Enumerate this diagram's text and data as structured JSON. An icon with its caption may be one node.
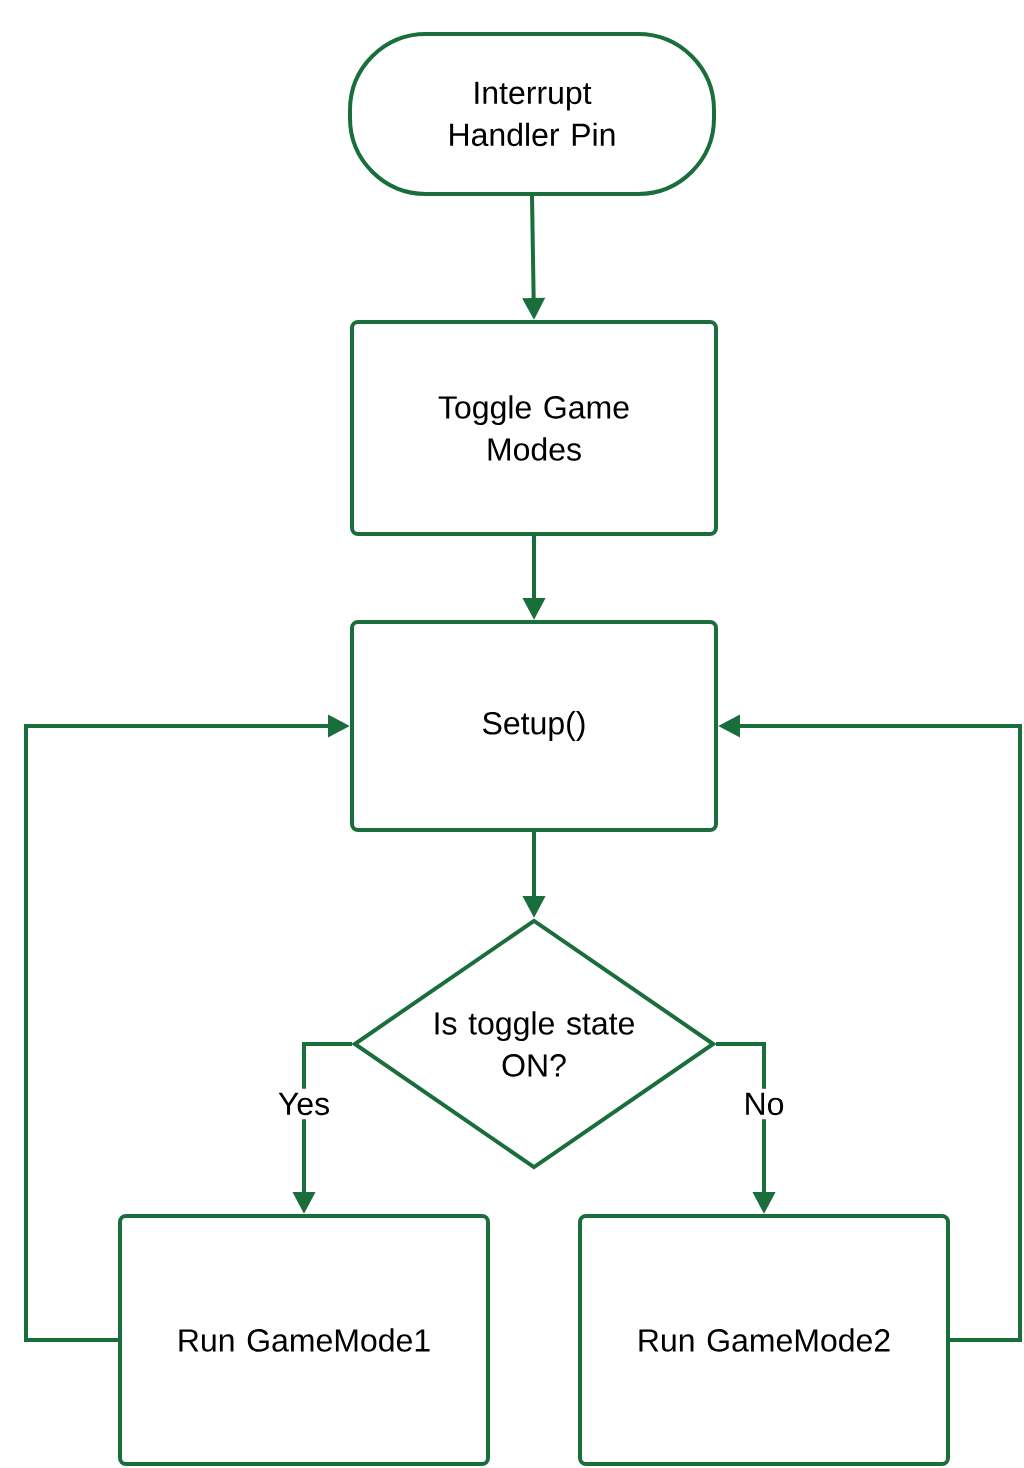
{
  "diagram": {
    "nodes": [
      {
        "text": [
          "Interrupt Handler Pin"
        ]
      },
      {
        "text": [
          "Toggle Game Modes"
        ]
      },
      {
        "text": [
          "Setup()"
        ]
      },
      {
        "text": [
          "Is toggle state ON?"
        ]
      },
      {
        "text": [
          "Run GameMode1"
        ]
      },
      {
        "text": [
          "Run GameMode2"
        ]
      }
    ],
    "edges": [
      {
        "from": 0,
        "to": 1,
        "arrow": "to"
      },
      {
        "from": 1,
        "to": 2,
        "arrow": "to"
      },
      {
        "from": 2,
        "to": 3,
        "arrow": "to"
      },
      {
        "from": 3,
        "to": 4,
        "arrow": "to",
        "label": "Yes"
      },
      {
        "from": 3,
        "to": 5,
        "arrow": "to",
        "label": "No"
      },
      {
        "from": 4,
        "to": 2,
        "arrow": "to"
      },
      {
        "from": 5,
        "to": 2,
        "arrow": "to"
      }
    ]
  }
}
